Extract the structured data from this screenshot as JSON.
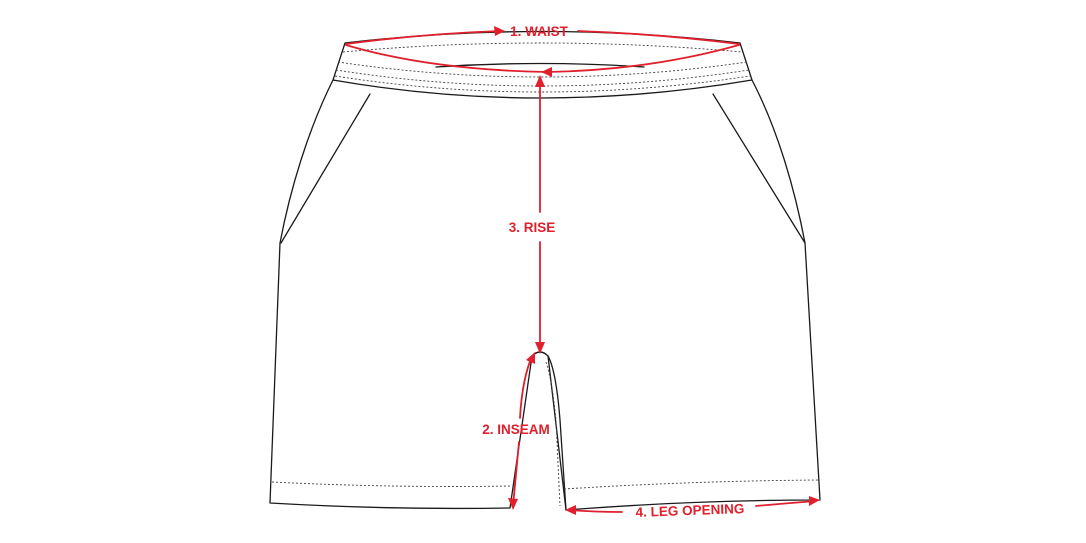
{
  "colors": {
    "outline": "#1a1a1a",
    "measurement": "#e0202c",
    "background": "#ffffff"
  },
  "garment": "shorts",
  "measurements": [
    {
      "id": "waist",
      "label": "1. WAIST"
    },
    {
      "id": "inseam",
      "label": "2. INSEAM"
    },
    {
      "id": "rise",
      "label": "3. RISE"
    },
    {
      "id": "leg_opening",
      "label": "4. LEG OPENING"
    }
  ]
}
